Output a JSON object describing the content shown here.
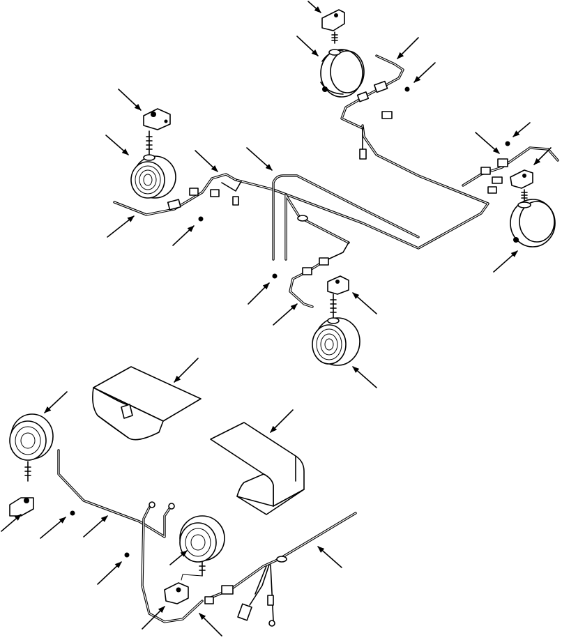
{
  "diagram": {
    "kind": "exploded-parts-illustration",
    "ink_color": "#000000",
    "background_color": "#ffffff",
    "callout_arrow_count": 32,
    "components": {
      "work_lamps": 6,
      "lamp_brackets": 6,
      "nuts": 6,
      "harnesses": 7,
      "shields": 2
    }
  }
}
